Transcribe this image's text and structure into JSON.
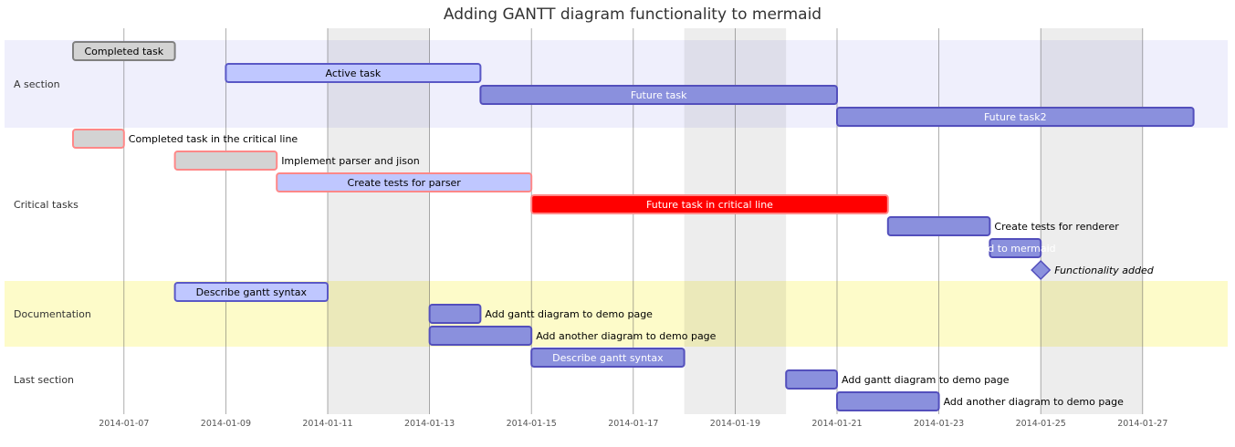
{
  "title": "Adding GANTT diagram functionality to mermaid",
  "colors": {
    "section_band_0": "#efeffc",
    "section_band_2": "#fdfbc9",
    "grid_line": "#b0b0b0",
    "weekend": "#e7e7e7",
    "done_fill": "#d3d3d3",
    "done_stroke": "#808080",
    "active_fill": "#bfc7ff",
    "active_stroke": "#5a58c6",
    "future_fill": "#8a90dd",
    "future_stroke": "#534fbc",
    "crit_stroke": "#ff8888",
    "crit_future_fill": "#ff0000",
    "inside_text_light": "#ffffff",
    "inside_text_dark": "#000000",
    "outside_text": "#000000"
  },
  "axis": {
    "start": "2014-01-06",
    "end": "2014-01-28",
    "ticks": [
      "2014-01-07",
      "2014-01-09",
      "2014-01-11",
      "2014-01-13",
      "2014-01-15",
      "2014-01-17",
      "2014-01-19",
      "2014-01-21",
      "2014-01-23",
      "2014-01-25",
      "2014-01-27"
    ]
  },
  "weekends": [
    [
      "2014-01-11",
      "2014-01-13"
    ],
    [
      "2014-01-18",
      "2014-01-20"
    ],
    [
      "2014-01-25",
      "2014-01-27"
    ]
  ],
  "sections": [
    {
      "name": "A section",
      "tasks": [
        {
          "label": "Completed task",
          "start": "2014-01-06",
          "end": "2014-01-08",
          "status": "done",
          "crit": false
        },
        {
          "label": "Active task",
          "start": "2014-01-09",
          "end": "2014-01-14",
          "status": "active",
          "crit": false
        },
        {
          "label": "Future task",
          "start": "2014-01-14",
          "end": "2014-01-21",
          "status": "future",
          "crit": false
        },
        {
          "label": "Future task2",
          "start": "2014-01-21",
          "end": "2014-01-28",
          "status": "future",
          "crit": false
        }
      ]
    },
    {
      "name": "Critical tasks",
      "tasks": [
        {
          "label": "Completed task in the critical line",
          "start": "2014-01-06",
          "end": "2014-01-07",
          "status": "done",
          "crit": true
        },
        {
          "label": "Implement parser and jison",
          "start": "2014-01-08",
          "end": "2014-01-10",
          "status": "done",
          "crit": true
        },
        {
          "label": "Create tests for parser",
          "start": "2014-01-10",
          "end": "2014-01-15",
          "status": "active",
          "crit": true
        },
        {
          "label": "Future task in critical line",
          "start": "2014-01-15",
          "end": "2014-01-22",
          "status": "future",
          "crit": true
        },
        {
          "label": "Create tests for renderer",
          "start": "2014-01-22",
          "end": "2014-01-24",
          "status": "future",
          "crit": false
        },
        {
          "label": "Add to mermaid",
          "start": "2014-01-24",
          "end": "2014-01-25",
          "status": "future",
          "crit": false
        },
        {
          "label": "Functionality added",
          "start": "2014-01-25",
          "end": "2014-01-25",
          "status": "milestone",
          "crit": false
        }
      ]
    },
    {
      "name": "Documentation",
      "tasks": [
        {
          "label": "Describe gantt syntax",
          "start": "2014-01-08",
          "end": "2014-01-11",
          "status": "active",
          "crit": false
        },
        {
          "label": "Add gantt diagram to demo page",
          "start": "2014-01-13",
          "end": "2014-01-14",
          "status": "future",
          "crit": false
        },
        {
          "label": "Add another diagram to demo page",
          "start": "2014-01-13",
          "end": "2014-01-15",
          "status": "future",
          "crit": false
        }
      ]
    },
    {
      "name": "Last section",
      "tasks": [
        {
          "label": "Describe gantt syntax",
          "start": "2014-01-15",
          "end": "2014-01-18",
          "status": "future",
          "crit": false
        },
        {
          "label": "Add gantt diagram to demo page",
          "start": "2014-01-20",
          "end": "2014-01-21",
          "status": "future",
          "crit": false
        },
        {
          "label": "Add another diagram to demo page",
          "start": "2014-01-21",
          "end": "2014-01-23",
          "status": "future",
          "crit": false
        }
      ]
    }
  ]
}
